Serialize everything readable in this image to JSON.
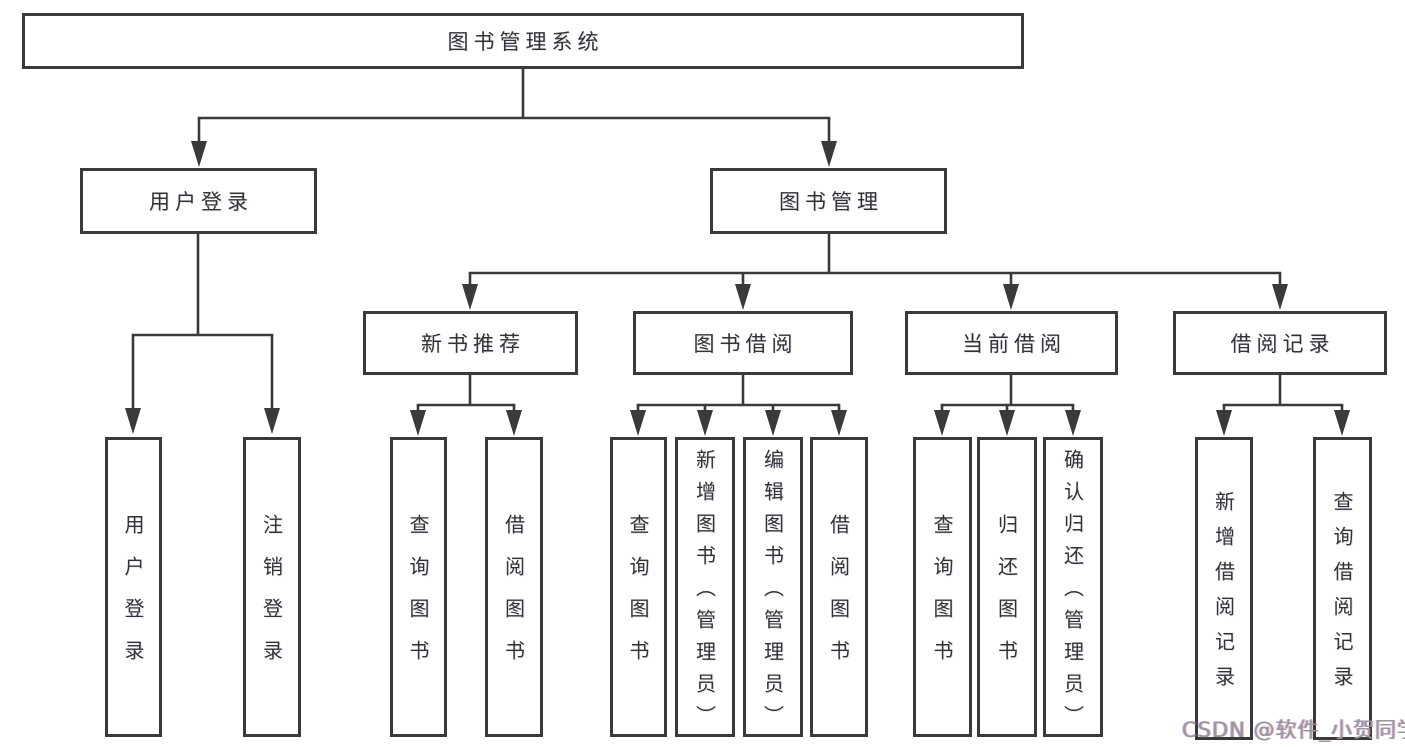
{
  "diagram": {
    "root": {
      "label": "图书管理系统"
    },
    "branches": [
      {
        "label": "用户登录",
        "children": [
          {
            "label": "用户登录"
          },
          {
            "label": "注销登录"
          }
        ]
      },
      {
        "label": "图书管理",
        "children": [
          {
            "label": "新书推荐",
            "children": [
              {
                "label": "查询图书"
              },
              {
                "label": "借阅图书"
              }
            ]
          },
          {
            "label": "图书借阅",
            "children": [
              {
                "label": "查询图书"
              },
              {
                "label": "新增图书（管理员）"
              },
              {
                "label": "编辑图书（管理员）"
              },
              {
                "label": "借阅图书"
              }
            ]
          },
          {
            "label": "当前借阅",
            "children": [
              {
                "label": "查询图书"
              },
              {
                "label": "归还图书"
              },
              {
                "label": "确认归还（管理员）"
              }
            ]
          },
          {
            "label": "借阅记录",
            "children": [
              {
                "label": "新增借阅记录"
              },
              {
                "label": "查询借阅记录"
              }
            ]
          }
        ]
      }
    ]
  },
  "watermark": {
    "text": "CSDN @软件_小贺同学"
  },
  "colors": {
    "line": "#3a3a3a",
    "text": "#333333",
    "watermark": "#97979f"
  }
}
